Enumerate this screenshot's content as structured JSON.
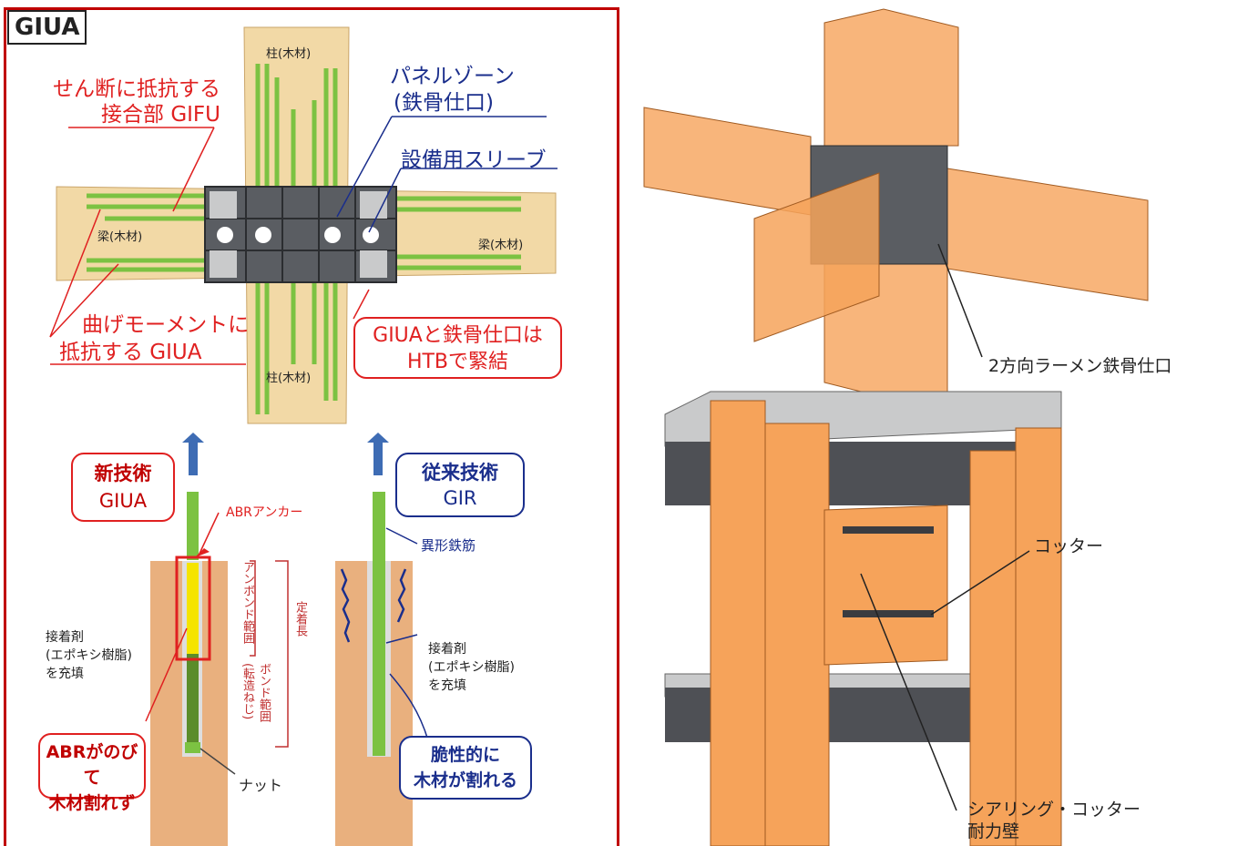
{
  "panel_tag": "GIUA",
  "top_left": {
    "shear_joint": [
      "せん断に抵抗する",
      "接合部 GIFU"
    ],
    "moment_joint": [
      "曲げモーメントに",
      "抵抗する GIUA"
    ],
    "column_top": "柱(木材)",
    "column_bottom": "柱(木材)",
    "beam_left": "梁(木材)",
    "beam_right": "梁(木材)",
    "panel_zone": [
      "パネルゾーン",
      "(鉄骨仕口)"
    ],
    "sleeve": "設備用スリーブ",
    "htb_note": [
      "GIUAと鉄骨仕口は",
      "HTBで緊結"
    ]
  },
  "bottom_left": {
    "new_tech_box": [
      "新技術",
      "GIUA"
    ],
    "old_tech_box": [
      "従来技術",
      "GIR"
    ],
    "abr_anchor": "ABRアンカー",
    "deformed_bar": "異形鉄筋",
    "adhesive_left": [
      "接着剤",
      "(エポキシ樹脂)",
      "を充填"
    ],
    "adhesive_right": [
      "接着剤",
      "(エポキシ樹脂)",
      "を充填"
    ],
    "unbond_range": "アンボンド範囲",
    "bond_range": "ボンド範囲",
    "bond_range_note": "(転造ねじ)",
    "anchor_length": "定着長",
    "nut": "ナット",
    "abr_result": [
      "ABRがのびて",
      "木材割れず"
    ],
    "gir_result": [
      "脆性的に",
      "木材が割れる"
    ]
  },
  "right": {
    "rahmen_joint": "2方向ラーメン鉄骨仕口",
    "cotter": "コッター",
    "shear_wall": [
      "シアリング・コッター",
      "耐力壁"
    ]
  },
  "colors": {
    "wood": "#f2c58c",
    "steel": "#5a5d62",
    "green_bar": "#7cc242",
    "yellow": "#f5e400",
    "red": "#e02020",
    "navy": "#1a2e8c",
    "orange": "#f6a35a"
  }
}
